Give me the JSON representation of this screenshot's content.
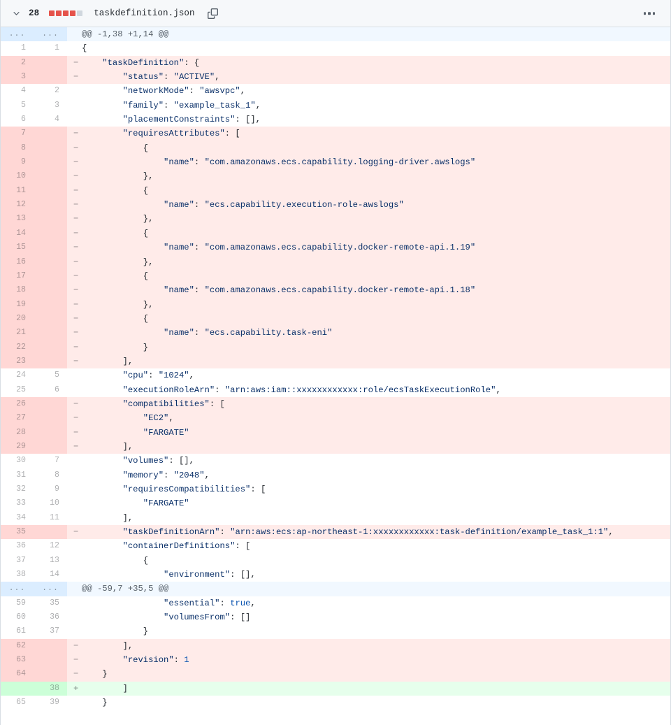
{
  "file_header": {
    "chevron_icon": "chevron-down-icon",
    "changes_count": "28",
    "diffstat_blocks": [
      "del",
      "del",
      "del",
      "del",
      "neu"
    ],
    "file_name": "taskdefinition.json",
    "copy_icon": "copy-to-clipboard-icon",
    "menu_icon": "kebab-horizontal-icon"
  },
  "colors": {
    "deletion_gutter": "#ffd7d5",
    "deletion_bg": "#ffebe9",
    "addition_gutter": "#ccffd8",
    "addition_bg": "#e6ffec",
    "hunk_bg": "#f1f8ff",
    "hunk_gutter": "#dbedff",
    "header_bg": "#f6f8fa",
    "border": "#d8dee4",
    "string_color": "#0a3069",
    "number_color": "#0550ae",
    "diffstat_red": "#e5534b",
    "diffstat_neutral": "#d0d7de"
  },
  "rows": [
    {
      "type": "hunk",
      "old": "...",
      "new": "...",
      "marker": "",
      "code": "@@ -1,38 +1,14 @@"
    },
    {
      "type": "ctx",
      "old": "1",
      "new": "1",
      "marker": "",
      "code": "{"
    },
    {
      "type": "del",
      "old": "2",
      "new": "",
      "marker": "−",
      "code": "    \"taskDefinition\": {"
    },
    {
      "type": "del",
      "old": "3",
      "new": "",
      "marker": "−",
      "code": "        \"status\": \"ACTIVE\","
    },
    {
      "type": "ctx",
      "old": "4",
      "new": "2",
      "marker": "",
      "code": "        \"networkMode\": \"awsvpc\","
    },
    {
      "type": "ctx",
      "old": "5",
      "new": "3",
      "marker": "",
      "code": "        \"family\": \"example_task_1\","
    },
    {
      "type": "ctx",
      "old": "6",
      "new": "4",
      "marker": "",
      "code": "        \"placementConstraints\": [],"
    },
    {
      "type": "del",
      "old": "7",
      "new": "",
      "marker": "−",
      "code": "        \"requiresAttributes\": ["
    },
    {
      "type": "del",
      "old": "8",
      "new": "",
      "marker": "−",
      "code": "            {"
    },
    {
      "type": "del",
      "old": "9",
      "new": "",
      "marker": "−",
      "code": "                \"name\": \"com.amazonaws.ecs.capability.logging-driver.awslogs\""
    },
    {
      "type": "del",
      "old": "10",
      "new": "",
      "marker": "−",
      "code": "            },"
    },
    {
      "type": "del",
      "old": "11",
      "new": "",
      "marker": "−",
      "code": "            {"
    },
    {
      "type": "del",
      "old": "12",
      "new": "",
      "marker": "−",
      "code": "                \"name\": \"ecs.capability.execution-role-awslogs\""
    },
    {
      "type": "del",
      "old": "13",
      "new": "",
      "marker": "−",
      "code": "            },"
    },
    {
      "type": "del",
      "old": "14",
      "new": "",
      "marker": "−",
      "code": "            {"
    },
    {
      "type": "del",
      "old": "15",
      "new": "",
      "marker": "−",
      "code": "                \"name\": \"com.amazonaws.ecs.capability.docker-remote-api.1.19\""
    },
    {
      "type": "del",
      "old": "16",
      "new": "",
      "marker": "−",
      "code": "            },"
    },
    {
      "type": "del",
      "old": "17",
      "new": "",
      "marker": "−",
      "code": "            {"
    },
    {
      "type": "del",
      "old": "18",
      "new": "",
      "marker": "−",
      "code": "                \"name\": \"com.amazonaws.ecs.capability.docker-remote-api.1.18\""
    },
    {
      "type": "del",
      "old": "19",
      "new": "",
      "marker": "−",
      "code": "            },"
    },
    {
      "type": "del",
      "old": "20",
      "new": "",
      "marker": "−",
      "code": "            {"
    },
    {
      "type": "del",
      "old": "21",
      "new": "",
      "marker": "−",
      "code": "                \"name\": \"ecs.capability.task-eni\""
    },
    {
      "type": "del",
      "old": "22",
      "new": "",
      "marker": "−",
      "code": "            }"
    },
    {
      "type": "del",
      "old": "23",
      "new": "",
      "marker": "−",
      "code": "        ],"
    },
    {
      "type": "ctx",
      "old": "24",
      "new": "5",
      "marker": "",
      "code": "        \"cpu\": \"1024\","
    },
    {
      "type": "ctx",
      "old": "25",
      "new": "6",
      "marker": "",
      "code": "        \"executionRoleArn\": \"arn:aws:iam::xxxxxxxxxxxx:role/ecsTaskExecutionRole\","
    },
    {
      "type": "del",
      "old": "26",
      "new": "",
      "marker": "−",
      "code": "        \"compatibilities\": ["
    },
    {
      "type": "del",
      "old": "27",
      "new": "",
      "marker": "−",
      "code": "            \"EC2\","
    },
    {
      "type": "del",
      "old": "28",
      "new": "",
      "marker": "−",
      "code": "            \"FARGATE\""
    },
    {
      "type": "del",
      "old": "29",
      "new": "",
      "marker": "−",
      "code": "        ],"
    },
    {
      "type": "ctx",
      "old": "30",
      "new": "7",
      "marker": "",
      "code": "        \"volumes\": [],"
    },
    {
      "type": "ctx",
      "old": "31",
      "new": "8",
      "marker": "",
      "code": "        \"memory\": \"2048\","
    },
    {
      "type": "ctx",
      "old": "32",
      "new": "9",
      "marker": "",
      "code": "        \"requiresCompatibilities\": ["
    },
    {
      "type": "ctx",
      "old": "33",
      "new": "10",
      "marker": "",
      "code": "            \"FARGATE\""
    },
    {
      "type": "ctx",
      "old": "34",
      "new": "11",
      "marker": "",
      "code": "        ],"
    },
    {
      "type": "del",
      "old": "35",
      "new": "",
      "marker": "−",
      "code": "        \"taskDefinitionArn\": \"arn:aws:ecs:ap-northeast-1:xxxxxxxxxxxx:task-definition/example_task_1:1\","
    },
    {
      "type": "ctx",
      "old": "36",
      "new": "12",
      "marker": "",
      "code": "        \"containerDefinitions\": ["
    },
    {
      "type": "ctx",
      "old": "37",
      "new": "13",
      "marker": "",
      "code": "            {"
    },
    {
      "type": "ctx",
      "old": "38",
      "new": "14",
      "marker": "",
      "code": "                \"environment\": [],"
    },
    {
      "type": "hunk",
      "old": "...",
      "new": "...",
      "marker": "",
      "code": "@@ -59,7 +35,5 @@"
    },
    {
      "type": "ctx",
      "old": "59",
      "new": "35",
      "marker": "",
      "code": "                \"essential\": true,"
    },
    {
      "type": "ctx",
      "old": "60",
      "new": "36",
      "marker": "",
      "code": "                \"volumesFrom\": []"
    },
    {
      "type": "ctx",
      "old": "61",
      "new": "37",
      "marker": "",
      "code": "            }"
    },
    {
      "type": "del",
      "old": "62",
      "new": "",
      "marker": "−",
      "code": "        ],"
    },
    {
      "type": "del",
      "old": "63",
      "new": "",
      "marker": "−",
      "code": "        \"revision\": 1"
    },
    {
      "type": "del",
      "old": "64",
      "new": "",
      "marker": "−",
      "code": "    }"
    },
    {
      "type": "add",
      "old": "",
      "new": "38",
      "marker": "+",
      "code": "        ]"
    },
    {
      "type": "ctx",
      "old": "65",
      "new": "39",
      "marker": "",
      "code": "    }"
    }
  ]
}
